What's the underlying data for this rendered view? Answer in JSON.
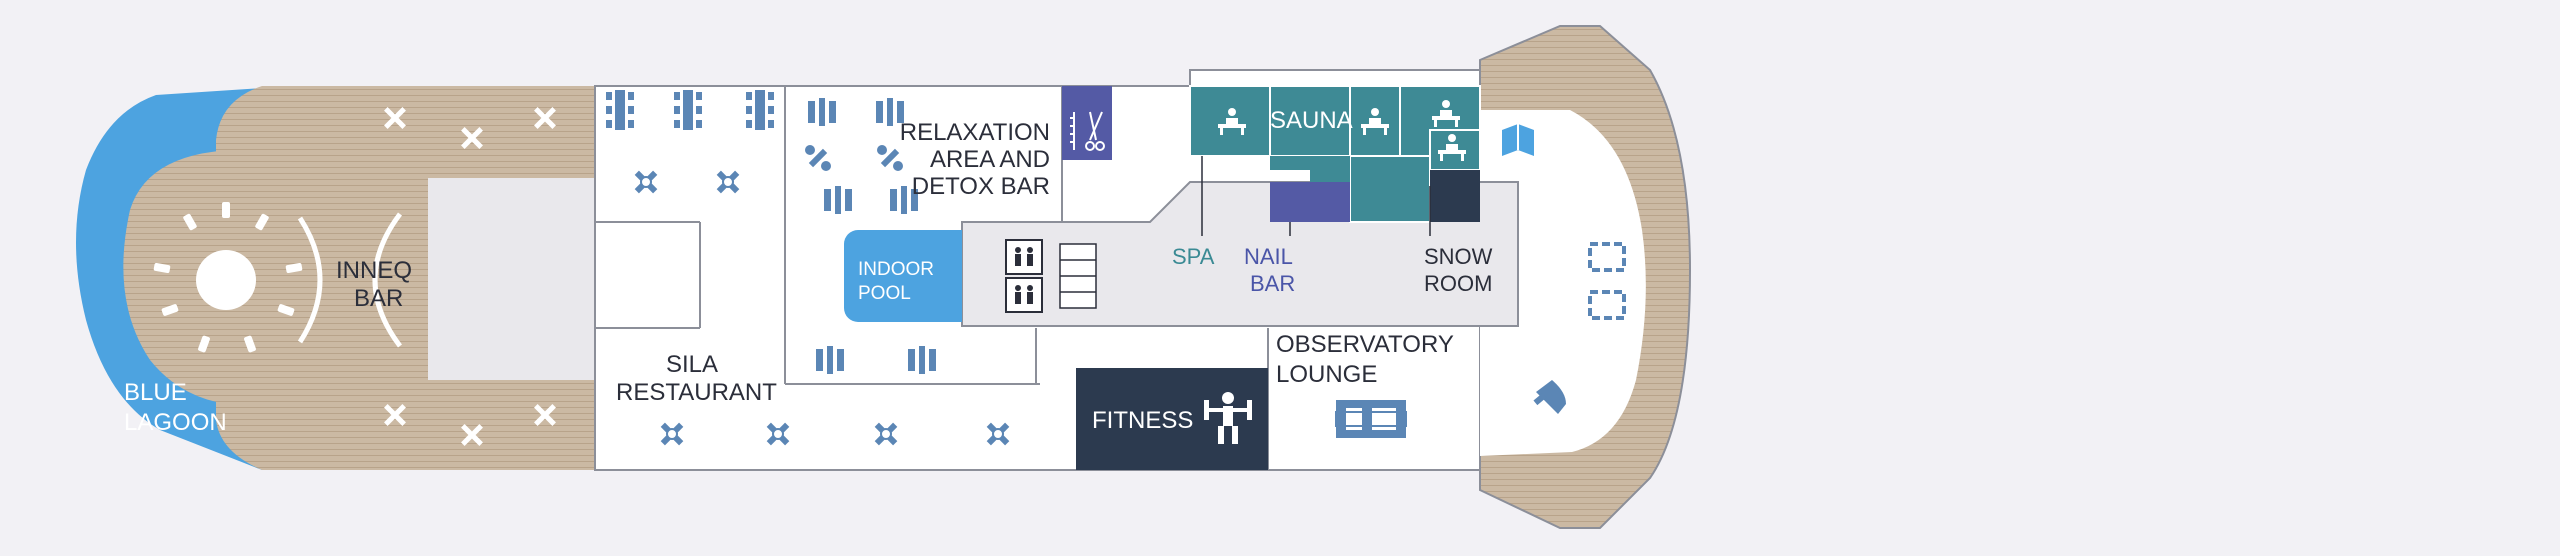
{
  "labels": {
    "blue_lagoon": [
      "BLUE",
      "LAGOON"
    ],
    "inneq_bar": [
      "INNEQ",
      "BAR"
    ],
    "sila_restaurant": [
      "SILA",
      "RESTAURANT"
    ],
    "relaxation": [
      "RELAXATION",
      "AREA AND",
      "DETOX BAR"
    ],
    "indoor_pool": [
      "INDOOR",
      "POOL"
    ],
    "sauna": "SAUNA",
    "spa": "SPA",
    "nail_bar": [
      "NAIL",
      "BAR"
    ],
    "snow_room": [
      "SNOW",
      "ROOM"
    ],
    "observatory_lounge": [
      "OBSERVATORY",
      "LOUNGE"
    ],
    "fitness": "FITNESS"
  },
  "icons": {
    "hairdresser": "scissors-comb-icon",
    "elevators": "elevator-icon",
    "stairs": "stairs-icon",
    "treatment": "massage-treatment-icon",
    "fitness": "weightlifter-icon",
    "library": "book-icon",
    "piano": "piano-icon"
  },
  "colors": {
    "background": "#f2f1f5",
    "deck_wood": "#c9b6a0",
    "water": "#4da3e0",
    "spa_teal": "#3e8a95",
    "nail_purple": "#545aa5",
    "navy": "#2c3a4f",
    "room_white": "#ffffff",
    "room_grey": "#e9e8ec",
    "furniture_blue": "#5b86b5"
  }
}
